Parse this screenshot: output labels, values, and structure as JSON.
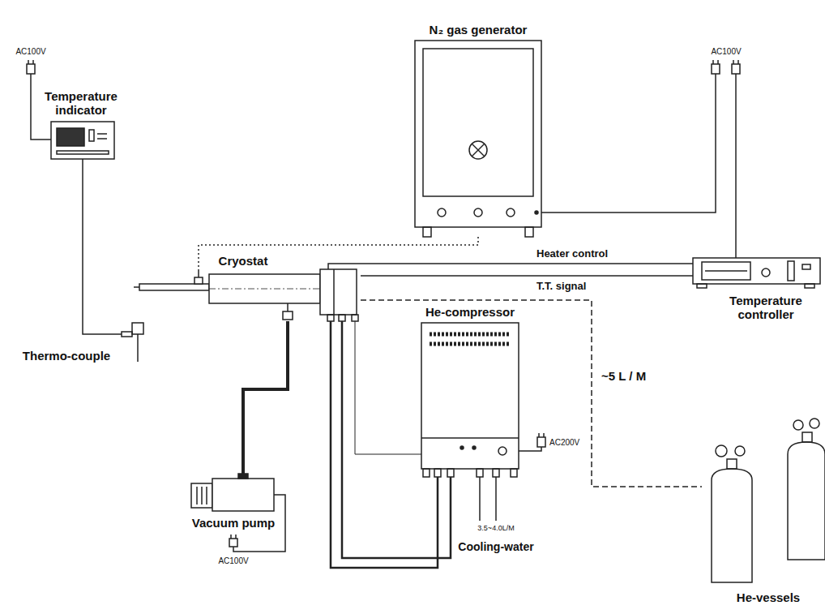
{
  "diagram": {
    "nodes": [
      {
        "text": [
          "N₂ gas generator"
        ]
      },
      {
        "text": [
          "Temperature indicator"
        ]
      },
      {
        "text": [
          "Temperature controller"
        ]
      },
      {
        "text": [
          "Cryostat"
        ]
      },
      {
        "text": [
          "He-compressor"
        ]
      },
      {
        "text": [
          "Thermo-couple"
        ]
      },
      {
        "text": [
          "Vacuum pump"
        ]
      },
      {
        "text": [
          "He-vessels"
        ]
      }
    ],
    "edges": [
      {
        "from": 1,
        "to": 5,
        "arrow": "none"
      },
      {
        "from": 0,
        "to": 3,
        "arrow": "none"
      },
      {
        "from": 2,
        "to": 3,
        "label": "Heater control",
        "arrow": "none"
      },
      {
        "from": 3,
        "to": 2,
        "label": "T.T. signal",
        "arrow": "none"
      },
      {
        "from": 3,
        "to": 7,
        "label": "~5 L / M",
        "arrow": "none"
      },
      {
        "from": 6,
        "to": 3,
        "arrow": "none"
      },
      {
        "from": 3,
        "to": 4,
        "arrow": "none"
      },
      {
        "from": 3,
        "to": 4,
        "arrow": "none"
      },
      {
        "from": 3,
        "to": 4,
        "arrow": "none"
      }
    ],
    "labels": [
      "AC100V",
      "AC100V",
      "AC200V",
      "3.5~4.0L/M",
      "Cooling-water",
      "AC100V"
    ]
  }
}
